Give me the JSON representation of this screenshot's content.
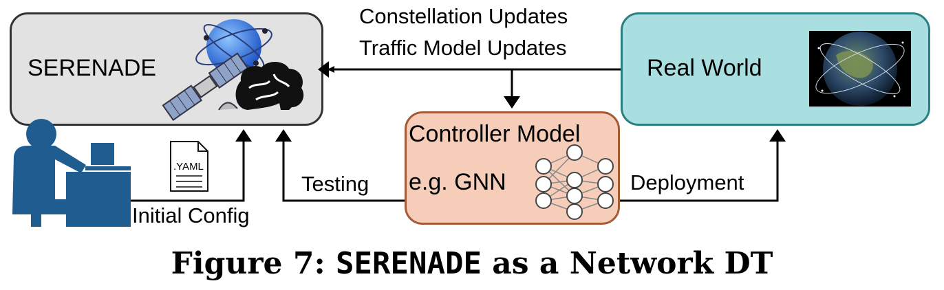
{
  "nodes": {
    "serenade": "SERENADE",
    "real_world": "Real World",
    "controller_line1": "Controller Model",
    "controller_line2": "e.g. GNN"
  },
  "edges": {
    "updates_line1": "Constellation Updates",
    "updates_line2": "Traffic Model Updates",
    "testing": "Testing",
    "deployment": "Deployment",
    "initial_config": "Initial Config"
  },
  "file_icon": {
    "label": ".YAML"
  },
  "caption": {
    "prefix": "Figure 7: ",
    "name": "SERENADE",
    "suffix": " as a Network DT"
  },
  "colors": {
    "serenade_fill": "#e2e2e2",
    "real_world_fill": "#a9dfe0",
    "controller_fill": "#f5cdb8",
    "user_icon": "#1f5c8f"
  }
}
